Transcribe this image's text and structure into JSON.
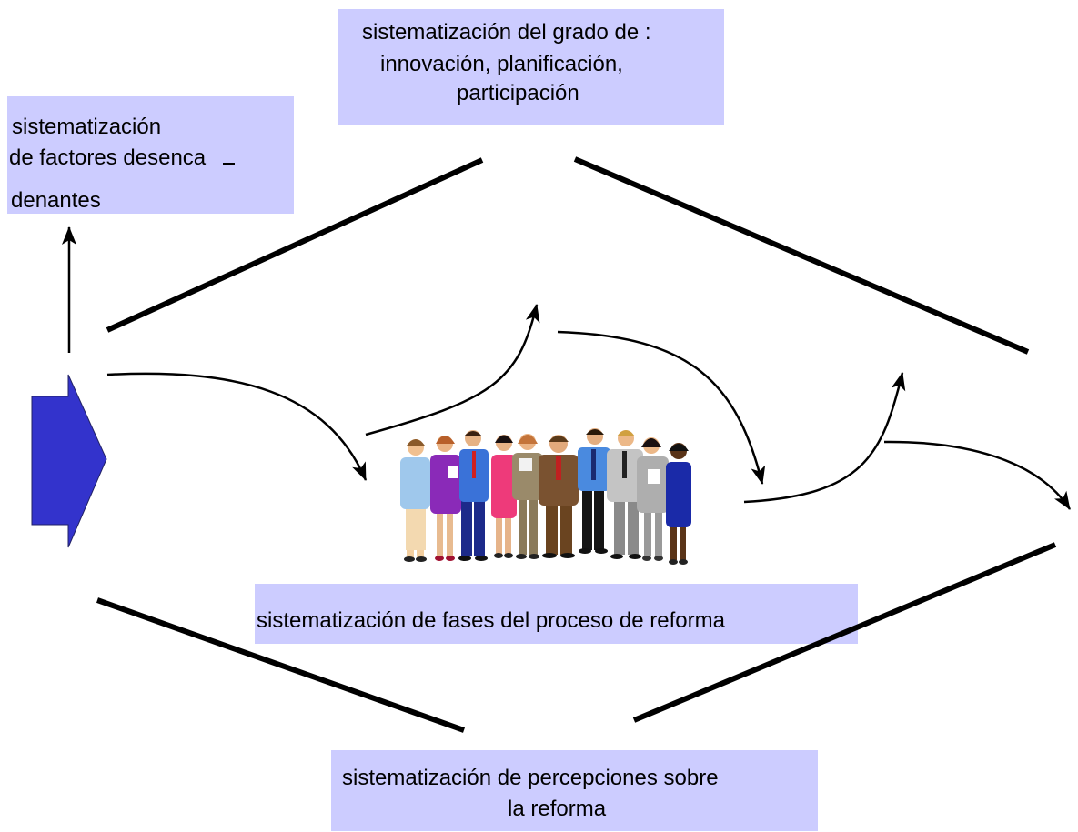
{
  "boxes": {
    "grado": {
      "lines": [
        "sistematización del grado de :",
        "innovación, planificación,",
        "participación"
      ]
    },
    "factores": {
      "lines": [
        "sistematización",
        "de factores desenca",
        "denantes"
      ]
    },
    "fases": {
      "lines": [
        "sistematización de fases del proceso de reforma"
      ]
    },
    "percepciones": {
      "lines": [
        "sistematización de percepciones sobre",
        "la reforma"
      ]
    }
  },
  "colors": {
    "box_fill": "#ccccff",
    "pentagon_arrow": "#3333cc",
    "connector": "#000000"
  },
  "icons": [
    "pentagon-arrow-icon",
    "people-group-illustration"
  ]
}
